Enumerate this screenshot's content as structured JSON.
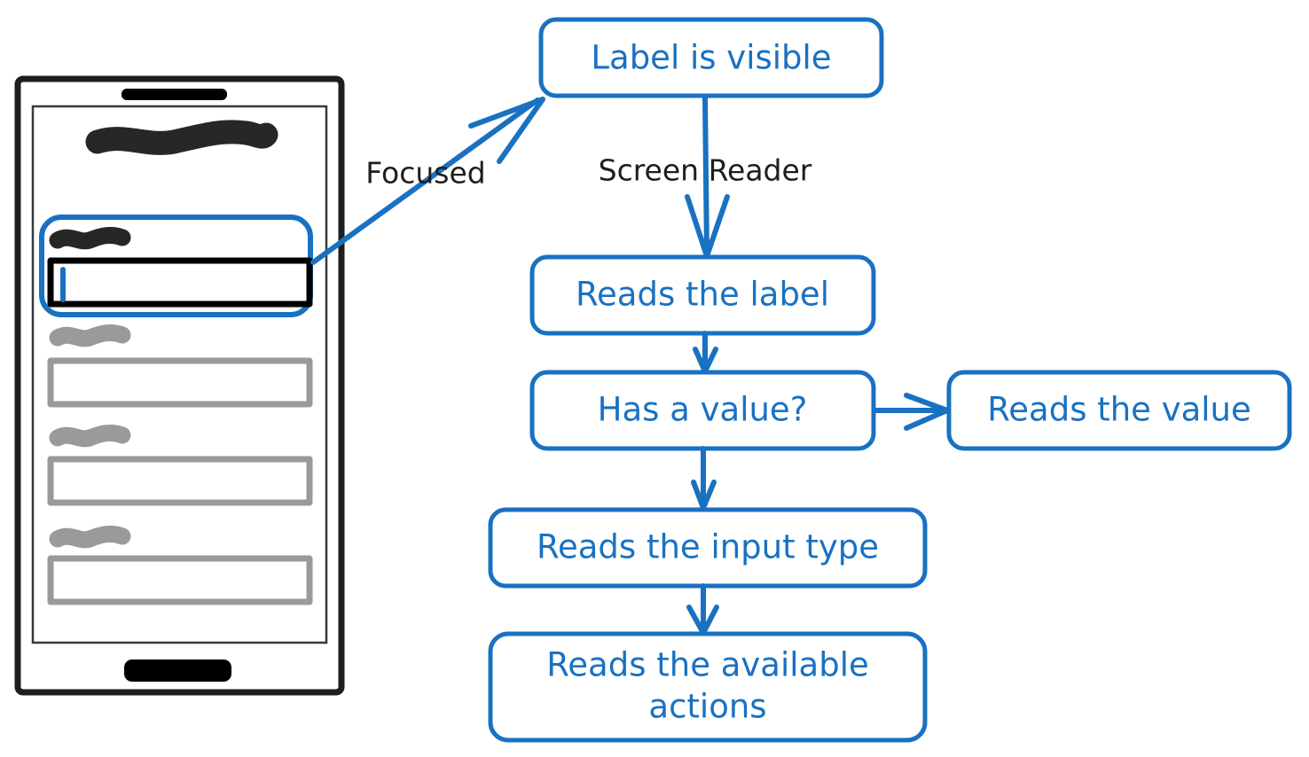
{
  "diagram": {
    "title_semantic": "screen-reader-flowchart",
    "colors": {
      "accent_blue": "#1971c2",
      "ink_black": "#1e1e1e",
      "muted_gray": "#9a9a9a",
      "background": "#ffffff"
    },
    "nodes": [
      {
        "id": "label-visible",
        "label": "Label is visible"
      },
      {
        "id": "reads-label",
        "label": "Reads the label"
      },
      {
        "id": "has-value",
        "label": "Has a value?"
      },
      {
        "id": "reads-value",
        "label": "Reads the value"
      },
      {
        "id": "reads-input-type",
        "label": "Reads the input type"
      },
      {
        "id": "reads-actions-1",
        "label": "Reads the available"
      },
      {
        "id": "reads-actions-2",
        "label": "actions"
      }
    ],
    "edge_labels": [
      {
        "id": "focused",
        "label": "Focused"
      },
      {
        "id": "screen-reader",
        "label": "Screen Reader"
      }
    ]
  },
  "phone": {
    "name": "phone-wireframe",
    "fields": [
      {
        "id": "field-1",
        "state": "focused"
      },
      {
        "id": "field-2",
        "state": "default"
      },
      {
        "id": "field-3",
        "state": "default"
      },
      {
        "id": "field-4",
        "state": "default"
      }
    ]
  }
}
